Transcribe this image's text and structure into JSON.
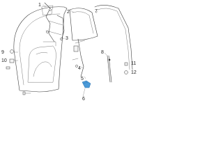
{
  "callouts": [
    "1",
    "2",
    "3",
    "4",
    "5",
    "6",
    "7",
    "8",
    "9",
    "10",
    "11",
    "12"
  ],
  "colors": {
    "line": "#3c3c3c",
    "highlight": "#4a9ad8",
    "background": "#ffffff"
  }
}
